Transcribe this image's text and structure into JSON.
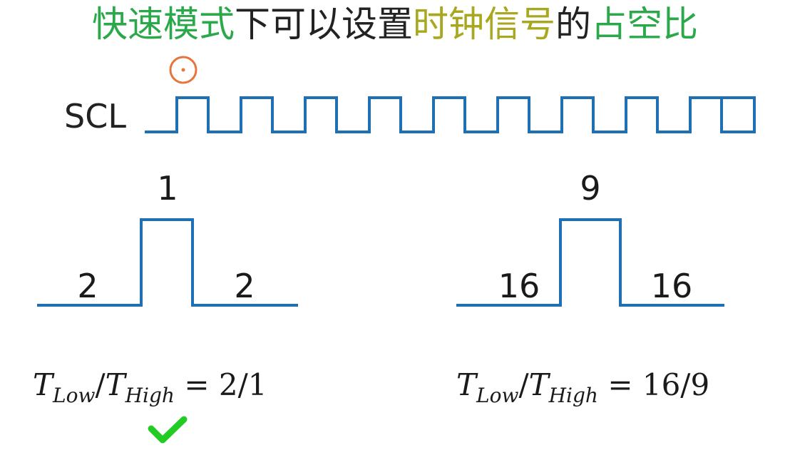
{
  "title": {
    "segments": [
      {
        "text": "快速模式",
        "color": "#2aa84a"
      },
      {
        "text": "下可以设置",
        "color": "#222222"
      },
      {
        "text": "时钟信号",
        "color": "#a8a81e"
      },
      {
        "text": "的",
        "color": "#222222"
      },
      {
        "text": "占空比",
        "color": "#2aa84a"
      }
    ]
  },
  "scl_label": "SCL",
  "colors": {
    "waveform": "#1f6fb5",
    "cursor": "#e8743b",
    "check": "#22cc22"
  },
  "left_pulse": {
    "high_label": "1",
    "low_left_label": "2",
    "low_right_label": "2",
    "formula": {
      "t": "T",
      "sub_low": "Low",
      "slash": "/",
      "sub_high": "High",
      "equals": "= 2/1"
    },
    "selected": true
  },
  "right_pulse": {
    "high_label": "9",
    "low_left_label": "16",
    "low_right_label": "16",
    "formula": {
      "t": "T",
      "sub_low": "Low",
      "slash": "/",
      "sub_high": "High",
      "equals": "= 16/9"
    },
    "selected": false
  },
  "icons": {
    "cursor": "cursor-circle-icon",
    "check": "checkmark-icon"
  }
}
